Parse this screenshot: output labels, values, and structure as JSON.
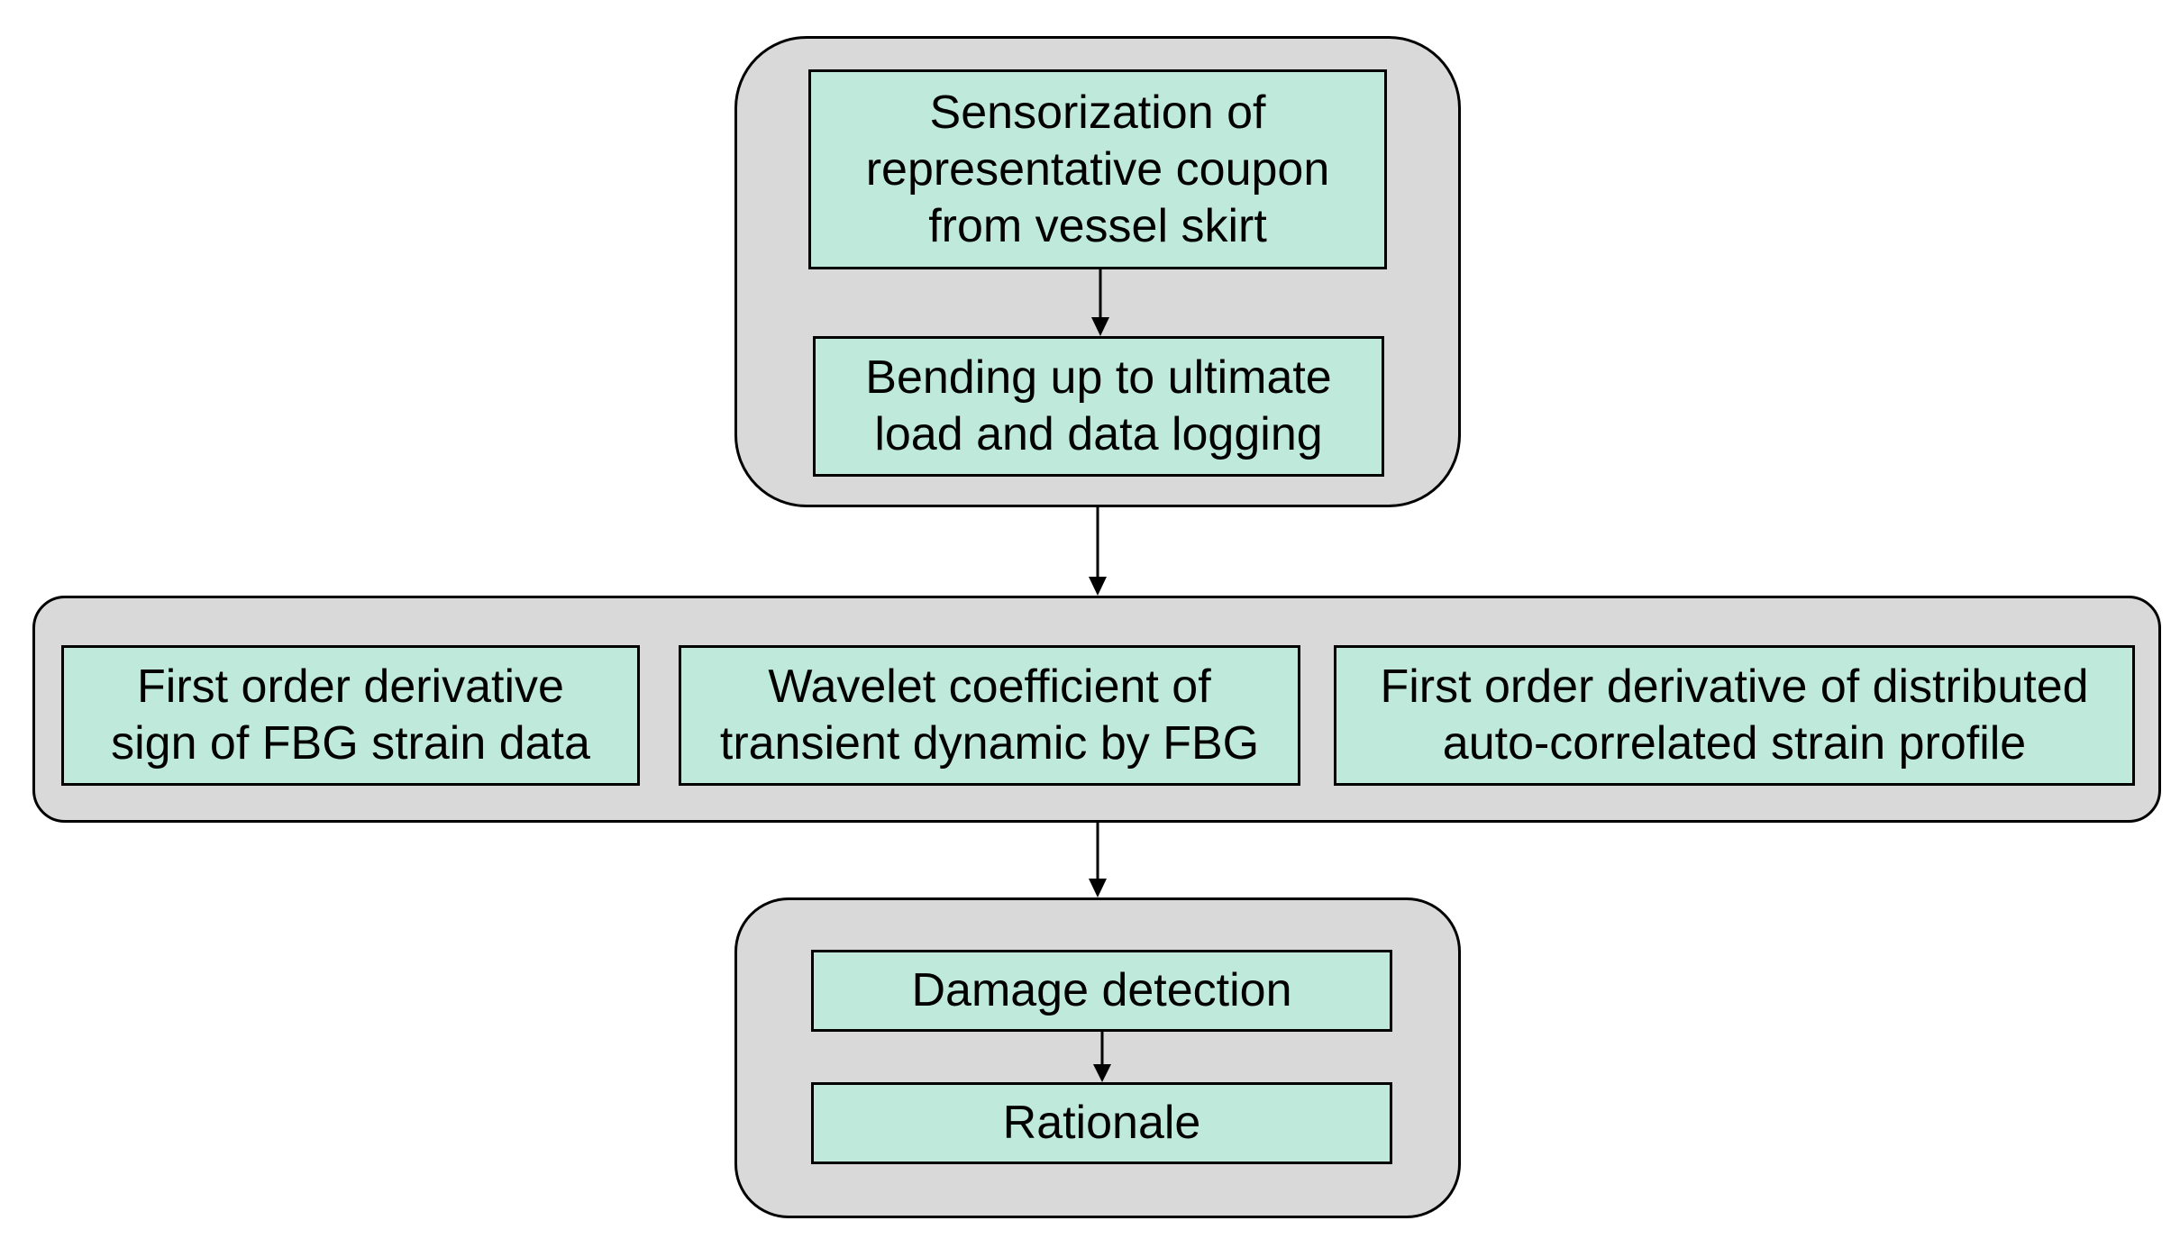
{
  "diagram": {
    "colors": {
      "group_fill": "#d9d9d9",
      "box_fill": "#bfeadb",
      "stroke": "#000000"
    },
    "groups": [
      {
        "id": "experiment",
        "boxes": [
          {
            "id": "sensorization",
            "text": "Sensorization of\nrepresentative coupon\nfrom vessel skirt"
          },
          {
            "id": "bending",
            "text": "Bending up to ultimate\nload and data logging"
          }
        ]
      },
      {
        "id": "methods",
        "boxes": [
          {
            "id": "first-order-derivative-sign",
            "text": "First order derivative\nsign of FBG strain data"
          },
          {
            "id": "wavelet-coefficient",
            "text": "Wavelet coefficient of\ntransient dynamic by FBG"
          },
          {
            "id": "first-order-derivative-distributed",
            "text": "First order derivative of distributed\nauto-correlated strain profile"
          }
        ]
      },
      {
        "id": "outcome",
        "boxes": [
          {
            "id": "damage-detection",
            "text": "Damage detection"
          },
          {
            "id": "rationale",
            "text": "Rationale"
          }
        ]
      }
    ],
    "edges": [
      {
        "from": "sensorization",
        "to": "bending"
      },
      {
        "from": "experiment",
        "to": "methods"
      },
      {
        "from": "methods",
        "to": "outcome"
      },
      {
        "from": "damage-detection",
        "to": "rationale"
      }
    ]
  }
}
